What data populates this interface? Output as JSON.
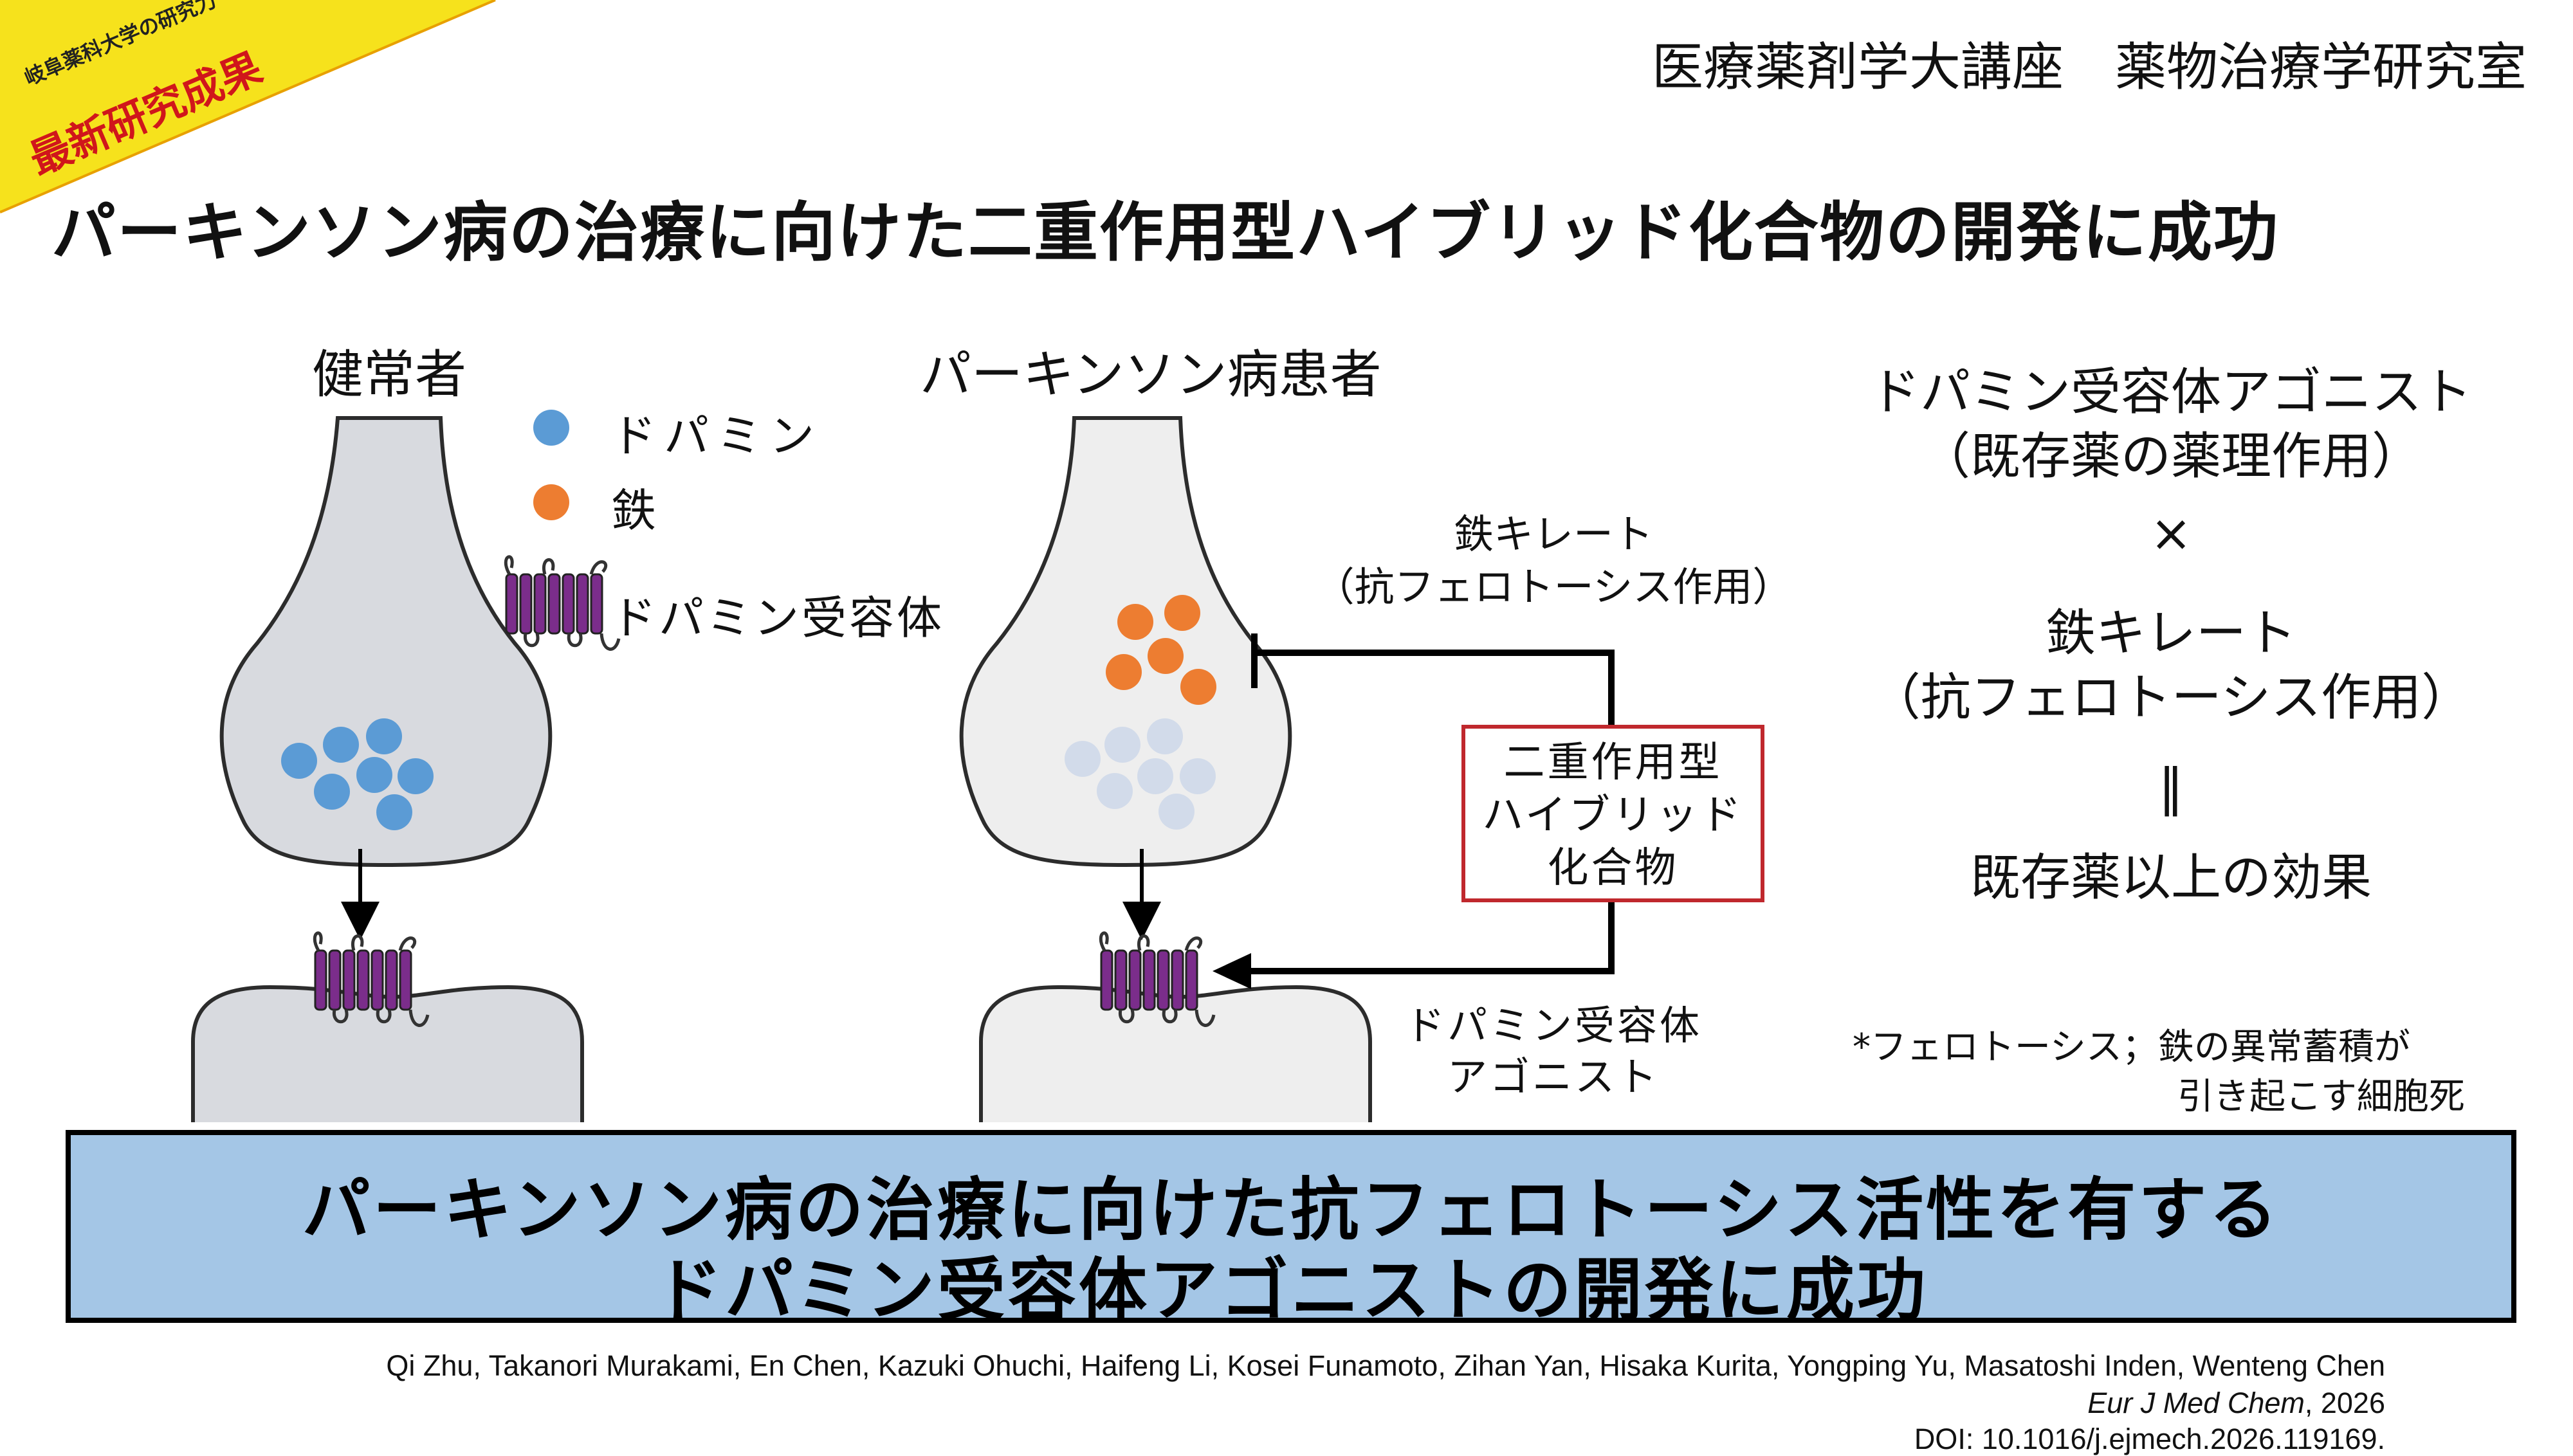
{
  "corner_banner": {
    "line1": "岐阜薬科大学の研究力",
    "line2": "最新研究成果",
    "bg_color": "#f6e21c",
    "text_color": "#d0161b"
  },
  "department": "医療薬剤学大講座　薬物治療学研究室",
  "main_title": "パーキンソン病の治療に向けた二重作用型ハイブリッド化合物の開発に成功",
  "diagram": {
    "healthy_label": "健常者",
    "patient_label": "パーキンソン病患者",
    "legend": {
      "dopamine": "ドパミン",
      "iron": "鉄",
      "receptor": "ドパミン受容体",
      "dopamine_color": "#5b9bd5",
      "iron_color": "#ed7d31",
      "receptor_color": "#7b2d8b"
    },
    "iron_chelate_label_1": "鉄キレート",
    "iron_chelate_label_2": "（抗フェロトーシス作用）",
    "hybrid_box": [
      "二重作用型",
      "ハイブリッド",
      "化合物"
    ],
    "hybrid_box_color": "#c0282d",
    "agonist_label_1": "ドパミン受容体",
    "agonist_label_2": "アゴニスト"
  },
  "summary": {
    "line1": "ドパミン受容体アゴニスト",
    "line2": "（既存薬の薬理作用）",
    "times": "×",
    "line3": "鉄キレート",
    "line4": "（抗フェロトーシス作用）",
    "equals": "‖",
    "line5": "既存薬以上の効果"
  },
  "footnote": {
    "line1": "*フェロトーシス；鉄の異常蓄積が",
    "line2": "引き起こす細胞死"
  },
  "conclusion": {
    "line1": "パーキンソン病の治療に向けた抗フェロトーシス活性を有する",
    "line2": "ドパミン受容体アゴニストの開発に成功",
    "bg_color": "#a4c6e6"
  },
  "reference": {
    "authors": "Qi Zhu, Takanori Murakami,  En Chen,  Kazuki Ohuchi, Haifeng Li, Kosei Funamoto, Zihan Yan, Hisaka Kurita, Yongping Yu, Masatoshi Inden, Wenteng Chen",
    "journal": "Eur J Med Chem",
    "year": ", 2026",
    "doi": "DOI: 10.1016/j.ejmech.2026.119169."
  }
}
